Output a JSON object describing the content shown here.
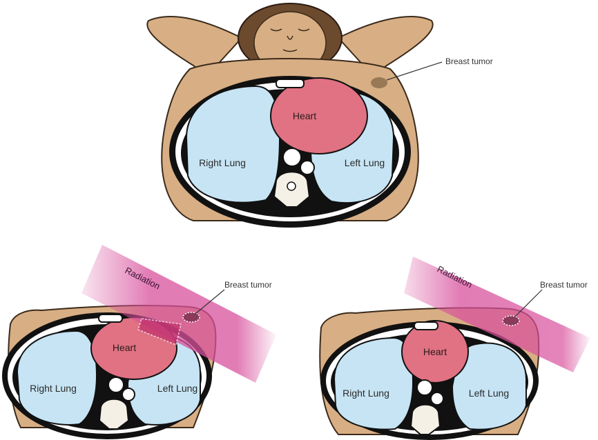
{
  "top_panel": {
    "heart": "Heart",
    "right_lung": "Right Lung",
    "left_lung": "Left Lung",
    "callout": "Breast tumor"
  },
  "bottom_left_panel": {
    "radiation": "Radiation",
    "callout": "Breast tumor",
    "heart": "Heart",
    "right_lung": "Right Lung",
    "left_lung": "Left Lung"
  },
  "bottom_right_panel": {
    "radiation": "Radiation",
    "callout": "Breast tumor",
    "heart": "Heart",
    "right_lung": "Right Lung",
    "left_lung": "Left Lung"
  },
  "colors": {
    "skin": "#d8ae84",
    "skin_dark": "#8a6a4a",
    "lung": "#c6e4f4",
    "heart": "#e07283",
    "radiation": "#d8509c",
    "outline": "#111111"
  }
}
